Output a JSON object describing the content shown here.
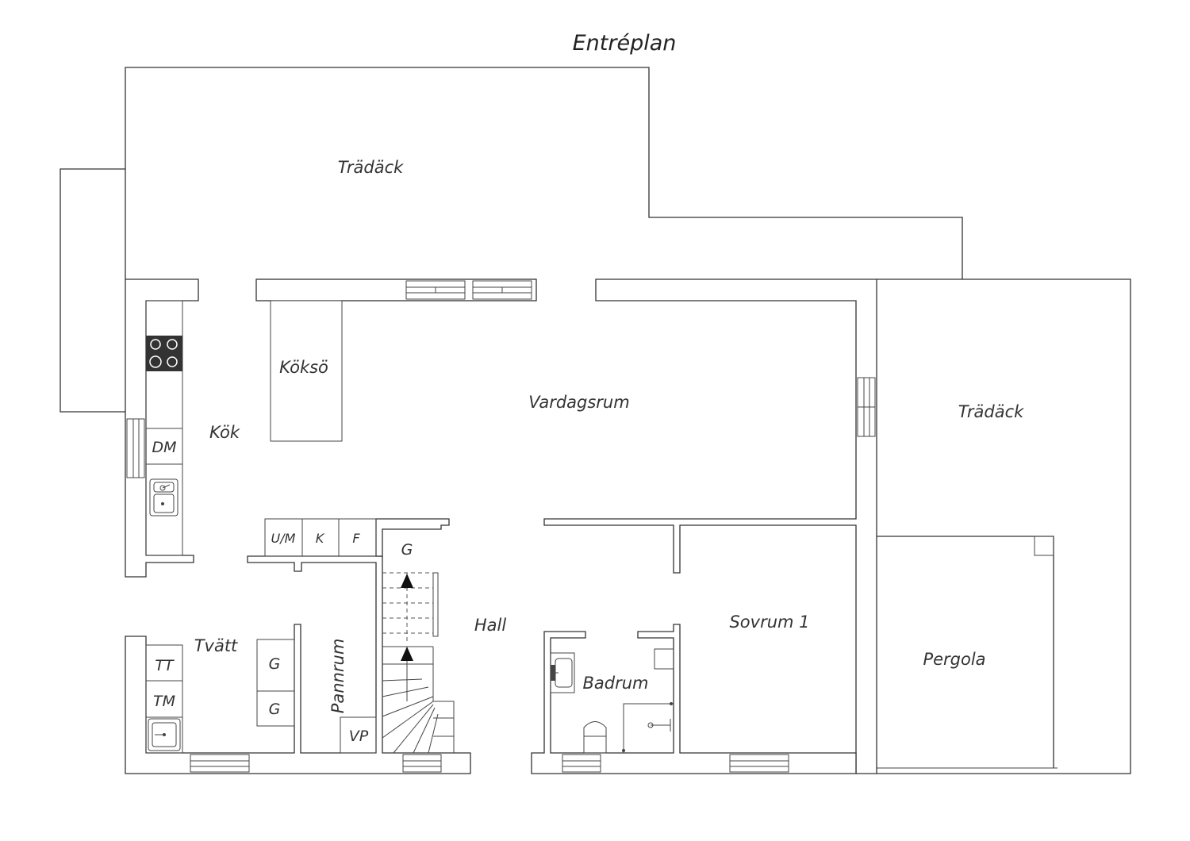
{
  "title": "Entréplan",
  "rooms": {
    "deck_top": "Trädäck",
    "deck_right": "Trädäck",
    "kitchen_island": "Köksö",
    "living_room": "Vardagsrum",
    "kitchen": "Kök",
    "laundry": "Tvätt",
    "boiler_room": "Pannrum",
    "hall": "Hall",
    "bedroom": "Sovrum 1",
    "bathroom": "Badrum",
    "pergola": "Pergola"
  },
  "fixtures": {
    "dishwasher": "DM",
    "oven_microwave": "U/M",
    "fridge": "K",
    "freezer": "F",
    "wardrobe_hall": "G",
    "wardrobe_laundry_1": "G",
    "wardrobe_laundry_2": "G",
    "dryer": "TT",
    "washer": "TM",
    "water_heater": "VP"
  }
}
